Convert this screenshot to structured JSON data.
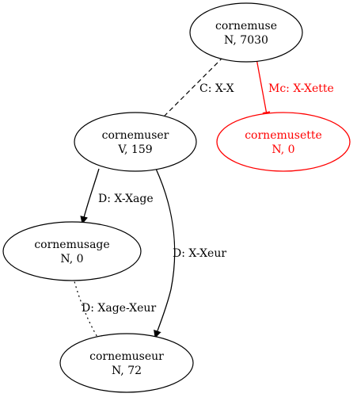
{
  "colors": {
    "default": "#000000",
    "highlight": "#ff0000"
  },
  "nodes": {
    "cornemuse": {
      "name": "cornemuse",
      "info": "N, 7030"
    },
    "cornemuser": {
      "name": "cornemuser",
      "info": "V, 159"
    },
    "cornemusette": {
      "name": "cornemusette",
      "info": "N, 0"
    },
    "cornemusage": {
      "name": "cornemusage",
      "info": "N, 0"
    },
    "cornemuseur": {
      "name": "cornemuseur",
      "info": "N, 72"
    }
  },
  "edges": {
    "cornemuse_to_cornemuser": {
      "label": "C: X-X",
      "style": "dashed"
    },
    "cornemuse_to_cornemusette": {
      "label": "Mc: X-Xette",
      "style": "solid"
    },
    "cornemuser_to_cornemusage": {
      "label": "D: X-Xage",
      "style": "solid"
    },
    "cornemuser_to_cornemuseur": {
      "label": "D: X-Xeur",
      "style": "solid"
    },
    "cornemusage_to_cornemuseur": {
      "label": "D: Xage-Xeur",
      "style": "dotted"
    }
  }
}
